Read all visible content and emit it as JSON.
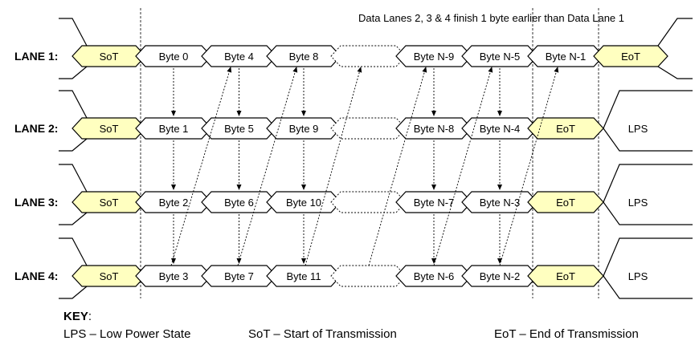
{
  "note": "Data Lanes 2, 3 & 4  finish 1 byte earlier than Data Lane 1",
  "lanes": [
    {
      "label": "LANE 1:",
      "cells": [
        {
          "text": "SoT",
          "kind": "sot"
        },
        {
          "text": "Byte 0",
          "kind": "byte"
        },
        {
          "text": "Byte 4",
          "kind": "byte"
        },
        {
          "text": "Byte 8",
          "kind": "byte"
        },
        {
          "text": "",
          "kind": "gap"
        },
        {
          "text": "Byte N-9",
          "kind": "byte"
        },
        {
          "text": "Byte N-5",
          "kind": "byte"
        },
        {
          "text": "Byte N-1",
          "kind": "byte"
        },
        {
          "text": "EoT",
          "kind": "eot"
        }
      ],
      "tail": ""
    },
    {
      "label": "LANE 2:",
      "cells": [
        {
          "text": "SoT",
          "kind": "sot"
        },
        {
          "text": "Byte 1",
          "kind": "byte"
        },
        {
          "text": "Byte 5",
          "kind": "byte"
        },
        {
          "text": "Byte 9",
          "kind": "byte"
        },
        {
          "text": "",
          "kind": "gap"
        },
        {
          "text": "Byte N-8",
          "kind": "byte"
        },
        {
          "text": "Byte N-4",
          "kind": "byte"
        },
        {
          "text": "EoT",
          "kind": "eot"
        }
      ],
      "tail": "LPS"
    },
    {
      "label": "LANE 3:",
      "cells": [
        {
          "text": "SoT",
          "kind": "sot"
        },
        {
          "text": "Byte 2",
          "kind": "byte"
        },
        {
          "text": "Byte 6",
          "kind": "byte"
        },
        {
          "text": "Byte 10",
          "kind": "byte"
        },
        {
          "text": "",
          "kind": "gap"
        },
        {
          "text": "Byte N-7",
          "kind": "byte"
        },
        {
          "text": "Byte N-3",
          "kind": "byte"
        },
        {
          "text": "EoT",
          "kind": "eot"
        }
      ],
      "tail": "LPS"
    },
    {
      "label": "LANE 4:",
      "cells": [
        {
          "text": "SoT",
          "kind": "sot"
        },
        {
          "text": "Byte 3",
          "kind": "byte"
        },
        {
          "text": "Byte 7",
          "kind": "byte"
        },
        {
          "text": "Byte 11",
          "kind": "byte"
        },
        {
          "text": "",
          "kind": "gap"
        },
        {
          "text": "Byte N-6",
          "kind": "byte"
        },
        {
          "text": "Byte N-2",
          "kind": "byte"
        },
        {
          "text": "EoT",
          "kind": "eot"
        }
      ],
      "tail": "LPS"
    }
  ],
  "key": {
    "title": "KEY",
    "title_suffix": ":",
    "items": [
      "LPS – Low Power State",
      "SoT – Start of Transmission",
      "EoT – End of Transmission"
    ]
  },
  "colors": {
    "sot_eot_fill": "#FFFFC0",
    "byte_fill": "#FFFFFF",
    "outline": "#000000"
  }
}
